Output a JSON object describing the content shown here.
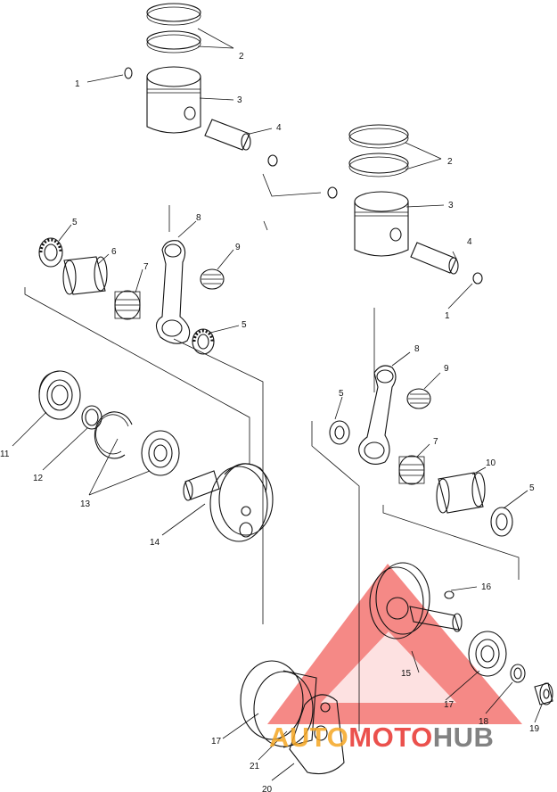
{
  "callouts": [
    {
      "id": "c1a",
      "text": "1"
    },
    {
      "id": "c2a",
      "text": "2"
    },
    {
      "id": "c3a",
      "text": "3"
    },
    {
      "id": "c4a",
      "text": "4"
    },
    {
      "id": "c2b",
      "text": "2"
    },
    {
      "id": "c3b",
      "text": "3"
    },
    {
      "id": "c4b",
      "text": "4"
    },
    {
      "id": "c1b",
      "text": "1"
    },
    {
      "id": "c5a",
      "text": "5"
    },
    {
      "id": "c6",
      "text": "6"
    },
    {
      "id": "c7a",
      "text": "7"
    },
    {
      "id": "c8a",
      "text": "8"
    },
    {
      "id": "c9a",
      "text": "9"
    },
    {
      "id": "c5b",
      "text": "5"
    },
    {
      "id": "c8b",
      "text": "8"
    },
    {
      "id": "c9b",
      "text": "9"
    },
    {
      "id": "c5c",
      "text": "5"
    },
    {
      "id": "c7b",
      "text": "7"
    },
    {
      "id": "c10",
      "text": "10"
    },
    {
      "id": "c5d",
      "text": "5"
    },
    {
      "id": "c11",
      "text": "11"
    },
    {
      "id": "c12",
      "text": "12"
    },
    {
      "id": "c13",
      "text": "13"
    },
    {
      "id": "c14",
      "text": "14"
    },
    {
      "id": "c16",
      "text": "16"
    },
    {
      "id": "c15",
      "text": "15"
    },
    {
      "id": "c17a",
      "text": "17"
    },
    {
      "id": "c18",
      "text": "18"
    },
    {
      "id": "c19",
      "text": "19"
    },
    {
      "id": "c17b",
      "text": "17"
    },
    {
      "id": "c21",
      "text": "21"
    },
    {
      "id": "c20",
      "text": "20"
    }
  ],
  "watermark": {
    "part1": "AUTO",
    "part2": "MOTO",
    "part3": "HUB",
    "color_orange": "#f5a623",
    "color_red": "#e8332f",
    "color_gray": "#6d6d6d"
  }
}
